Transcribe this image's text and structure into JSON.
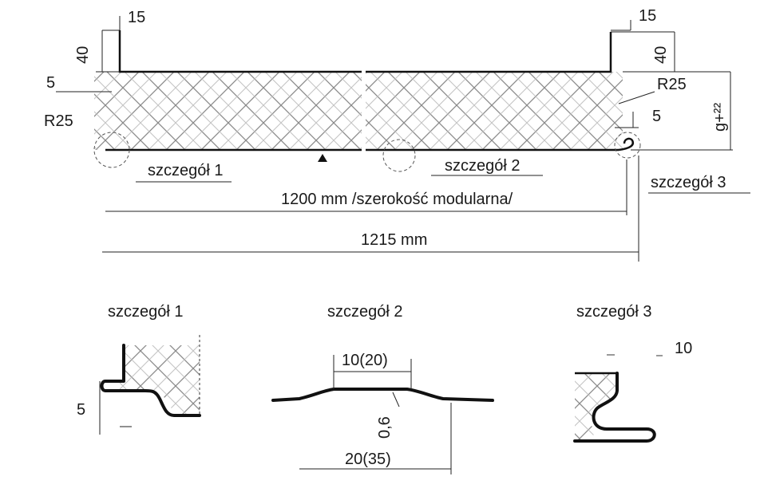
{
  "panel": {
    "dim_15_left": "15",
    "dim_40_left": "40",
    "dim_5_left": "5",
    "dim_r25_left": "R25",
    "dim_15_right": "15",
    "dim_40_right": "40",
    "dim_r25_right": "R25",
    "dim_5_right": "5",
    "dim_thickness": "g+²²",
    "detail1_label": "szczegół 1",
    "detail2_label": "szczegół 2",
    "detail3_label": "szczegół 3",
    "width_modular": "1200 mm /szerokość modularna/",
    "width_total": "1215 mm"
  },
  "details": {
    "d1": {
      "title": "szczegół 1",
      "dim": "5"
    },
    "d2": {
      "title": "szczegół 2",
      "dim_top": "10(20)",
      "dim_thick": "0,6",
      "dim_bottom": "20(35)"
    },
    "d3": {
      "title": "szczegół 3",
      "dim": "10"
    }
  }
}
